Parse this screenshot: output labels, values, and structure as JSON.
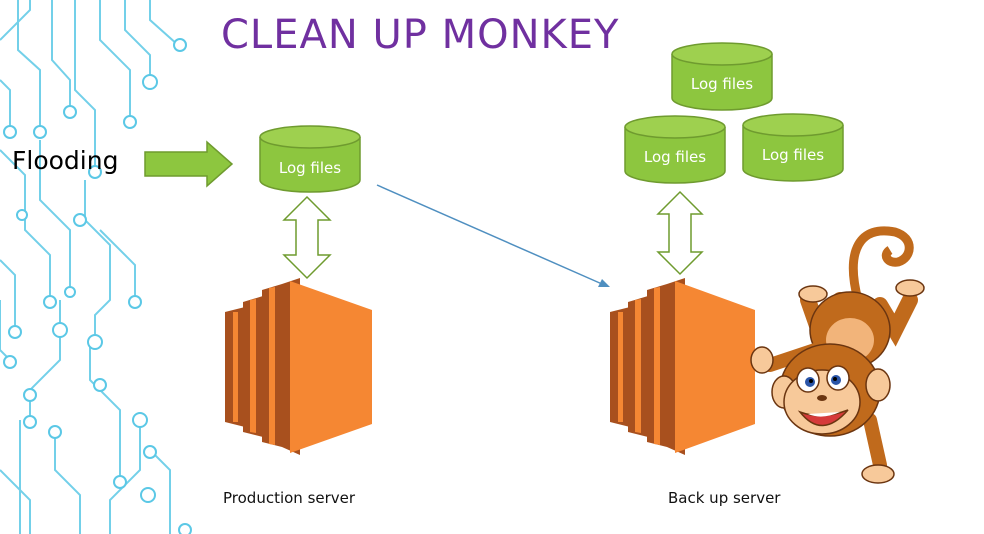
{
  "title": "CLEAN UP MONKEY",
  "flooding_label": "Flooding",
  "log_files_label": "Log files",
  "production_server_label": "Production server",
  "backup_server_label": "Back up server",
  "colors": {
    "title": "#7030a0",
    "cylinder_fill": "#8dc63f",
    "cylinder_stroke": "#6f9b2f",
    "server_front": "#f58733",
    "server_dark": "#a8501e",
    "circuit": "#5bc8e6",
    "arrow_line": "#4f8fc0",
    "monkey_fur": "#c06a1c",
    "monkey_face": "#f7c99a"
  },
  "icons": [
    "server-icon",
    "log-database-icon",
    "monkey-illustration",
    "circuit-decoration"
  ]
}
